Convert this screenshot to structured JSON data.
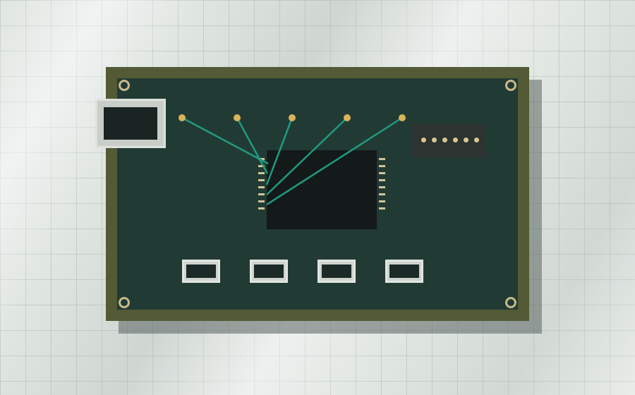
{
  "colors": {
    "background": "#dfe5e1",
    "board_frame": "#535a35",
    "board_surface": "#223a34",
    "trace": "#1f9a80",
    "pad": "#d8b45a",
    "chip": "#131a19",
    "port_housing": "#c9cec9"
  },
  "board": {
    "mount_holes": 4,
    "trace_pads": 5,
    "header_pins": 6,
    "chip_pins_per_side": 8,
    "buttons": 4
  },
  "icons": {
    "mount_hole": "screw-hole-icon",
    "pad": "solder-pad-icon"
  }
}
